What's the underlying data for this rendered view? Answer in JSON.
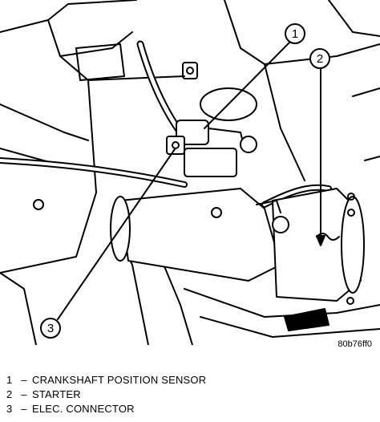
{
  "figure_id": "80b76ff0",
  "callouts": [
    {
      "number": "1"
    },
    {
      "number": "2"
    },
    {
      "number": "3"
    }
  ],
  "legend": [
    {
      "number": "1",
      "separator": "–",
      "label": "CRANKSHAFT POSITION SENSOR"
    },
    {
      "number": "2",
      "separator": "–",
      "label": "STARTER"
    },
    {
      "number": "3",
      "separator": "–",
      "label": "ELEC. CONNECTOR"
    }
  ]
}
